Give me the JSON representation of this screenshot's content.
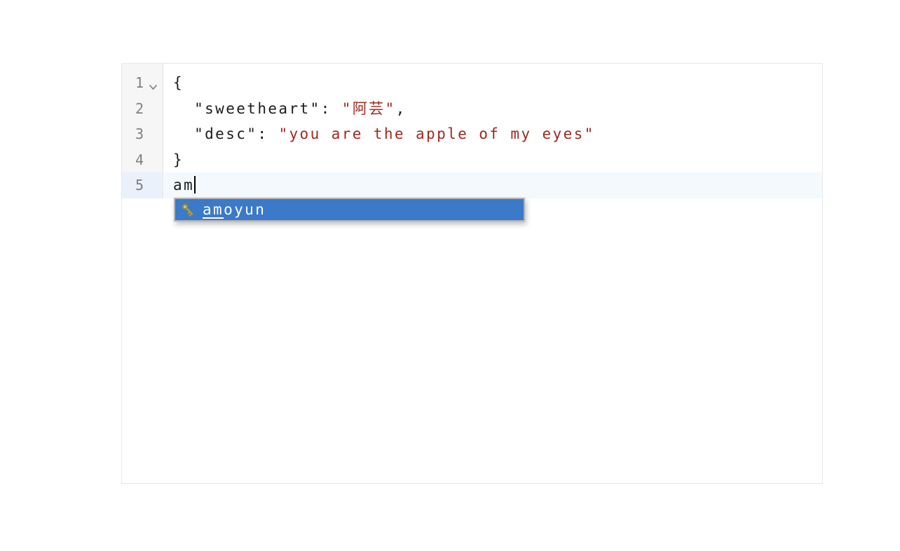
{
  "editor": {
    "language": "json",
    "active_line": 5,
    "cursor": {
      "line": 5,
      "column": 2
    },
    "lines": [
      {
        "number": "1",
        "foldable": true,
        "active": false,
        "tokens": [
          {
            "text": "{",
            "type": "plain"
          }
        ]
      },
      {
        "number": "2",
        "foldable": false,
        "active": false,
        "tokens": [
          {
            "text": "  \"sweetheart\": ",
            "type": "plain"
          },
          {
            "text": "\"阿芸\"",
            "type": "string"
          },
          {
            "text": ",",
            "type": "plain"
          }
        ]
      },
      {
        "number": "3",
        "foldable": false,
        "active": false,
        "tokens": [
          {
            "text": "  \"desc\": ",
            "type": "plain"
          },
          {
            "text": "\"you are the apple of my eyes\"",
            "type": "string"
          }
        ]
      },
      {
        "number": "4",
        "foldable": false,
        "active": false,
        "tokens": [
          {
            "text": "}",
            "type": "plain"
          }
        ]
      },
      {
        "number": "5",
        "foldable": false,
        "active": true,
        "tokens": [
          {
            "text": "am",
            "type": "plain"
          }
        ]
      }
    ],
    "colors": {
      "plain_text": "#1c1c1c",
      "string_text": "#a2271e",
      "line_number": "#808080",
      "gutter_bg": "#f6f6f6",
      "active_line_bg": "#f3f9fd",
      "active_gutter_bg": "#eaf1fb",
      "editor_border": "#e7e7e7"
    }
  },
  "autocomplete": {
    "selected_index": 0,
    "items": [
      {
        "icon": "key-icon",
        "label": "amoyun",
        "match": "am",
        "rest": "oyun",
        "selected": true
      }
    ],
    "colors": {
      "selected_bg": "#3b79c9",
      "selected_text": "#ffffff",
      "border": "#b4b4b4",
      "key_icon_gold": "#b3a04a"
    }
  }
}
